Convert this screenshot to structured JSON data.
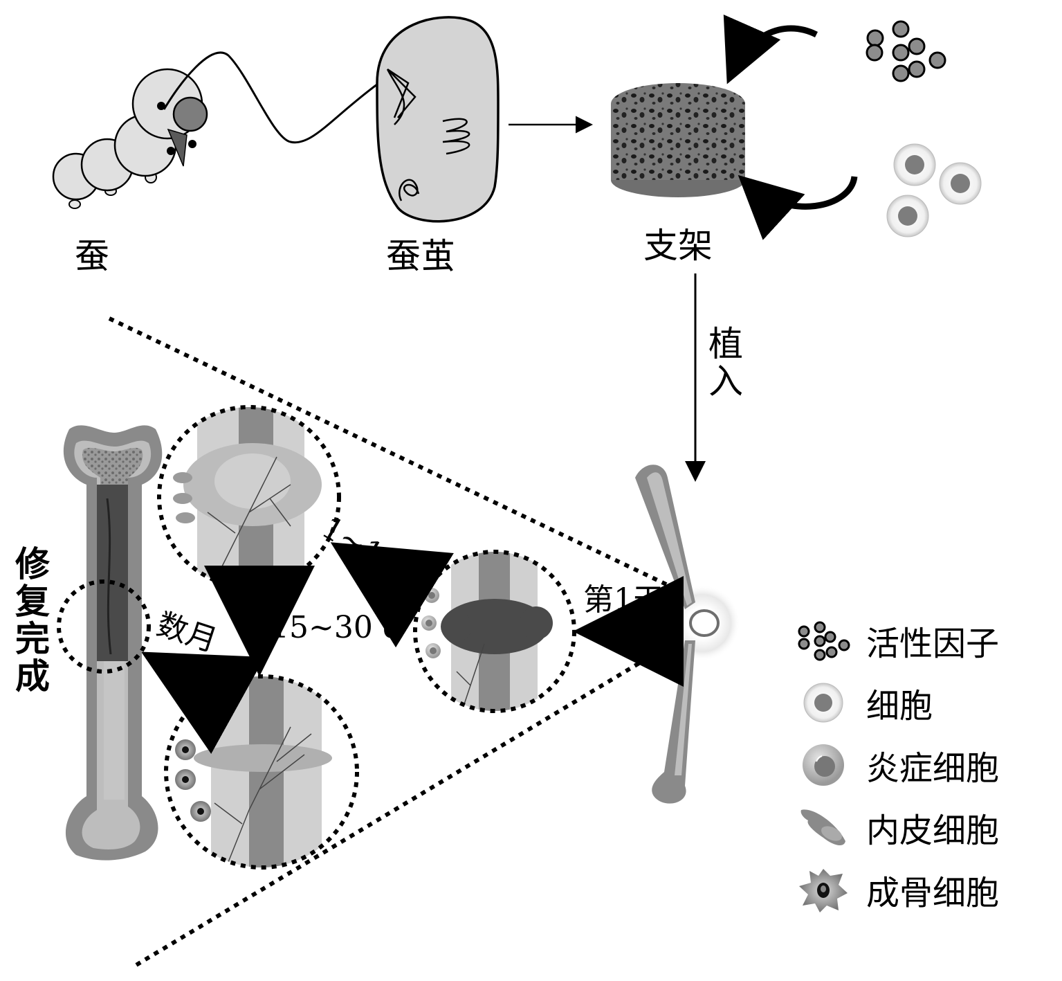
{
  "labels": {
    "silkworm": "蚕",
    "cocoon": "蚕茧",
    "scaffold": "支架",
    "implant": "植入",
    "day1": "第1天",
    "days_1_14": "1~14 d",
    "days_15_30": "15~30 d",
    "months": "数月",
    "repair_complete": "修复完成"
  },
  "legend": [
    {
      "icon": "active-factor-icon",
      "label": "活性因子"
    },
    {
      "icon": "cell-icon",
      "label": "细胞"
    },
    {
      "icon": "inflammatory-cell-icon",
      "label": "炎症细胞"
    },
    {
      "icon": "endothelial-cell-icon",
      "label": "内皮细胞"
    },
    {
      "icon": "osteoblast-icon",
      "label": "成骨细胞"
    }
  ],
  "colors": {
    "light_gray": "#d9d9d9",
    "mid_gray": "#a6a6a6",
    "dark_gray": "#6e6e6e",
    "hematoma": "#4a4a4a",
    "black": "#000000"
  }
}
